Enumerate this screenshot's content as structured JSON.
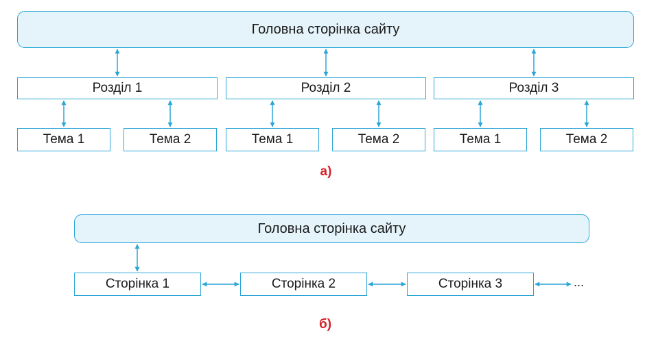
{
  "diagram_a": {
    "home": "Головна сторінка сайту",
    "sections": [
      {
        "label": "Розділ 1",
        "topics": [
          "Тема 1",
          "Тема 2"
        ]
      },
      {
        "label": "Розділ 2",
        "topics": [
          "Тема 1",
          "Тема 2"
        ]
      },
      {
        "label": "Розділ 3",
        "topics": [
          "Тема 1",
          "Тема 2"
        ]
      }
    ],
    "caption": "а)"
  },
  "diagram_b": {
    "home": "Головна сторінка сайту",
    "pages": [
      "Сторінка 1",
      "Сторінка 2",
      "Сторінка 3"
    ],
    "more": "...",
    "caption": "б)"
  },
  "colors": {
    "border": "#2aa6d6",
    "home_fill": "#e5f4fb",
    "arrow": "#2aa6d6",
    "caption": "#d2232a"
  }
}
